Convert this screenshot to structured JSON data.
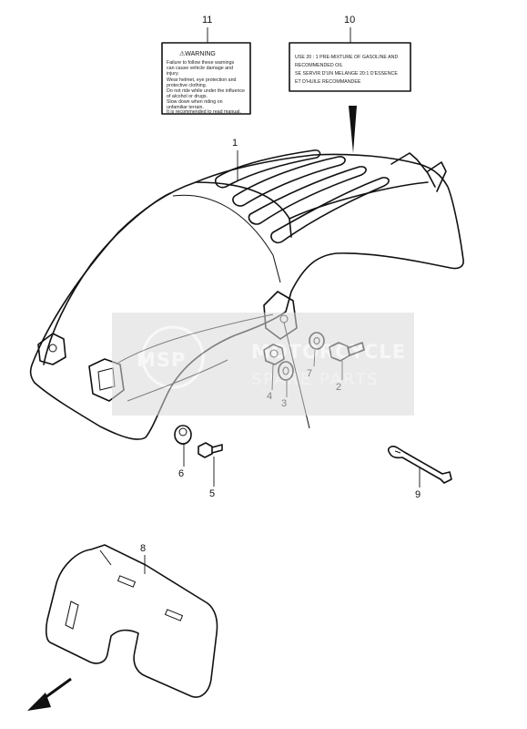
{
  "diagram": {
    "callouts": [
      {
        "number": "11",
        "part": "warning-label"
      },
      {
        "number": "10",
        "part": "fuel-label"
      },
      {
        "number": "1",
        "part": "rear-fender"
      },
      {
        "number": "7",
        "part": "washer"
      },
      {
        "number": "2",
        "part": "bolt"
      },
      {
        "number": "4",
        "part": "nut"
      },
      {
        "number": "3",
        "part": "washer"
      },
      {
        "number": "6",
        "part": "cushion"
      },
      {
        "number": "5",
        "part": "bolt"
      },
      {
        "number": "9",
        "part": "spanner"
      },
      {
        "number": "8",
        "part": "plate-bracket"
      }
    ],
    "warning_label": {
      "title": "⚠WARNING",
      "lines": [
        "Failure to follow these warnings",
        "can cause vehicle damage and",
        "injury.",
        "Wear helmet, eye protection and",
        "protective clothing.",
        "Do not ride while under the influence",
        "of alcohol or drugs.",
        "Slow down when riding on",
        "unfamiliar terrain.",
        "It is recommended to read manual."
      ]
    },
    "fuel_label": {
      "lines": [
        "USE 20 : 1 PRE-MIXTURE OF GASOLINE AND",
        "RECOMMENDED OIL",
        "SE SERVIR D'UN MELANGE 20:1 D'ESSENCE",
        "ET D'HUILE RECOMMANDEE"
      ]
    },
    "watermark": {
      "logo": "MSP",
      "line1": "MOTORCYCLE",
      "line2": "SPARE PARTS",
      "color": "#e0e0e0"
    },
    "direction_arrow": "front-arrow-icon"
  }
}
